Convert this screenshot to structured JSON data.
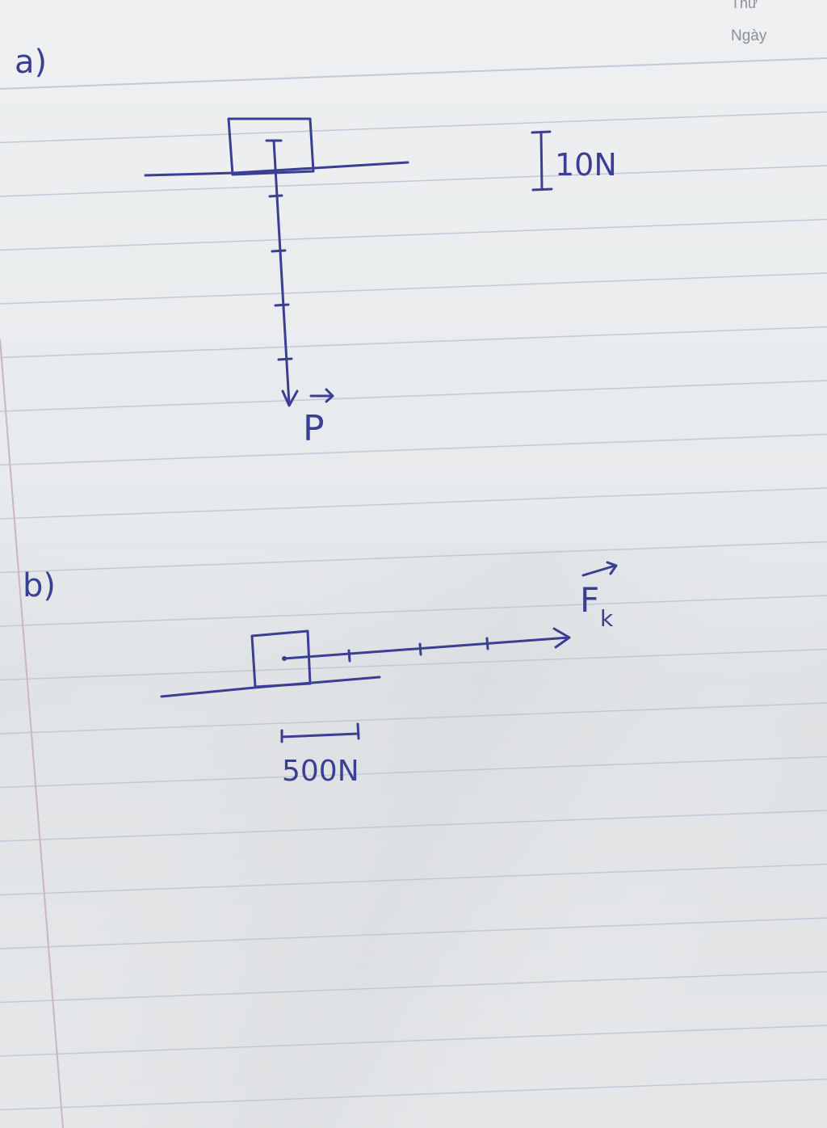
{
  "header": {
    "top_cut_label": "Thứ",
    "date_label": "Ngày"
  },
  "part_a": {
    "label": "a)",
    "scale_label": "10N",
    "vector_label": "P"
  },
  "part_b": {
    "label": "b)",
    "vector_label": "F",
    "vector_subscript": "k",
    "scale_label": "500N"
  },
  "colors": {
    "ink": "#3a3f93",
    "paper": "#e9ecee",
    "rule_line": "#c3c8d6",
    "margin_line": "#c9b6c2"
  }
}
